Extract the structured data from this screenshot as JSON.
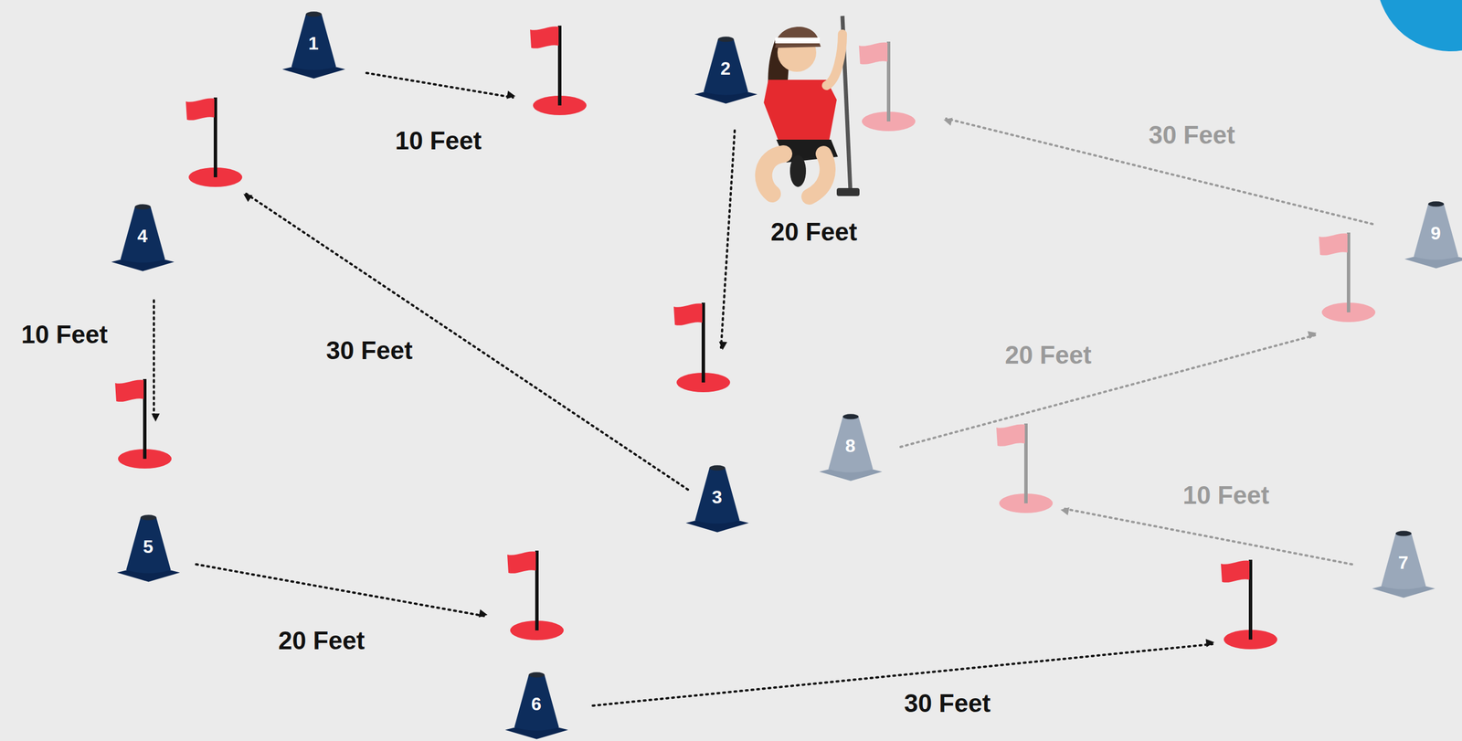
{
  "diagram": {
    "nodes": [
      {
        "text": [
          "1"
        ]
      },
      {
        "text": [
          "2"
        ]
      },
      {
        "text": [
          "3"
        ]
      },
      {
        "text": [
          "4"
        ]
      },
      {
        "text": [
          "5"
        ]
      },
      {
        "text": [
          "6"
        ]
      },
      {
        "text": [
          "7"
        ]
      },
      {
        "text": [
          "8"
        ]
      },
      {
        "text": [
          "9"
        ]
      }
    ],
    "labels": [
      "10 Feet",
      "30 Feet",
      "20 Feet",
      "10 Feet",
      "30 Feet",
      "20 Feet",
      "10 Feet",
      "20 Feet",
      "30 Feet"
    ]
  }
}
